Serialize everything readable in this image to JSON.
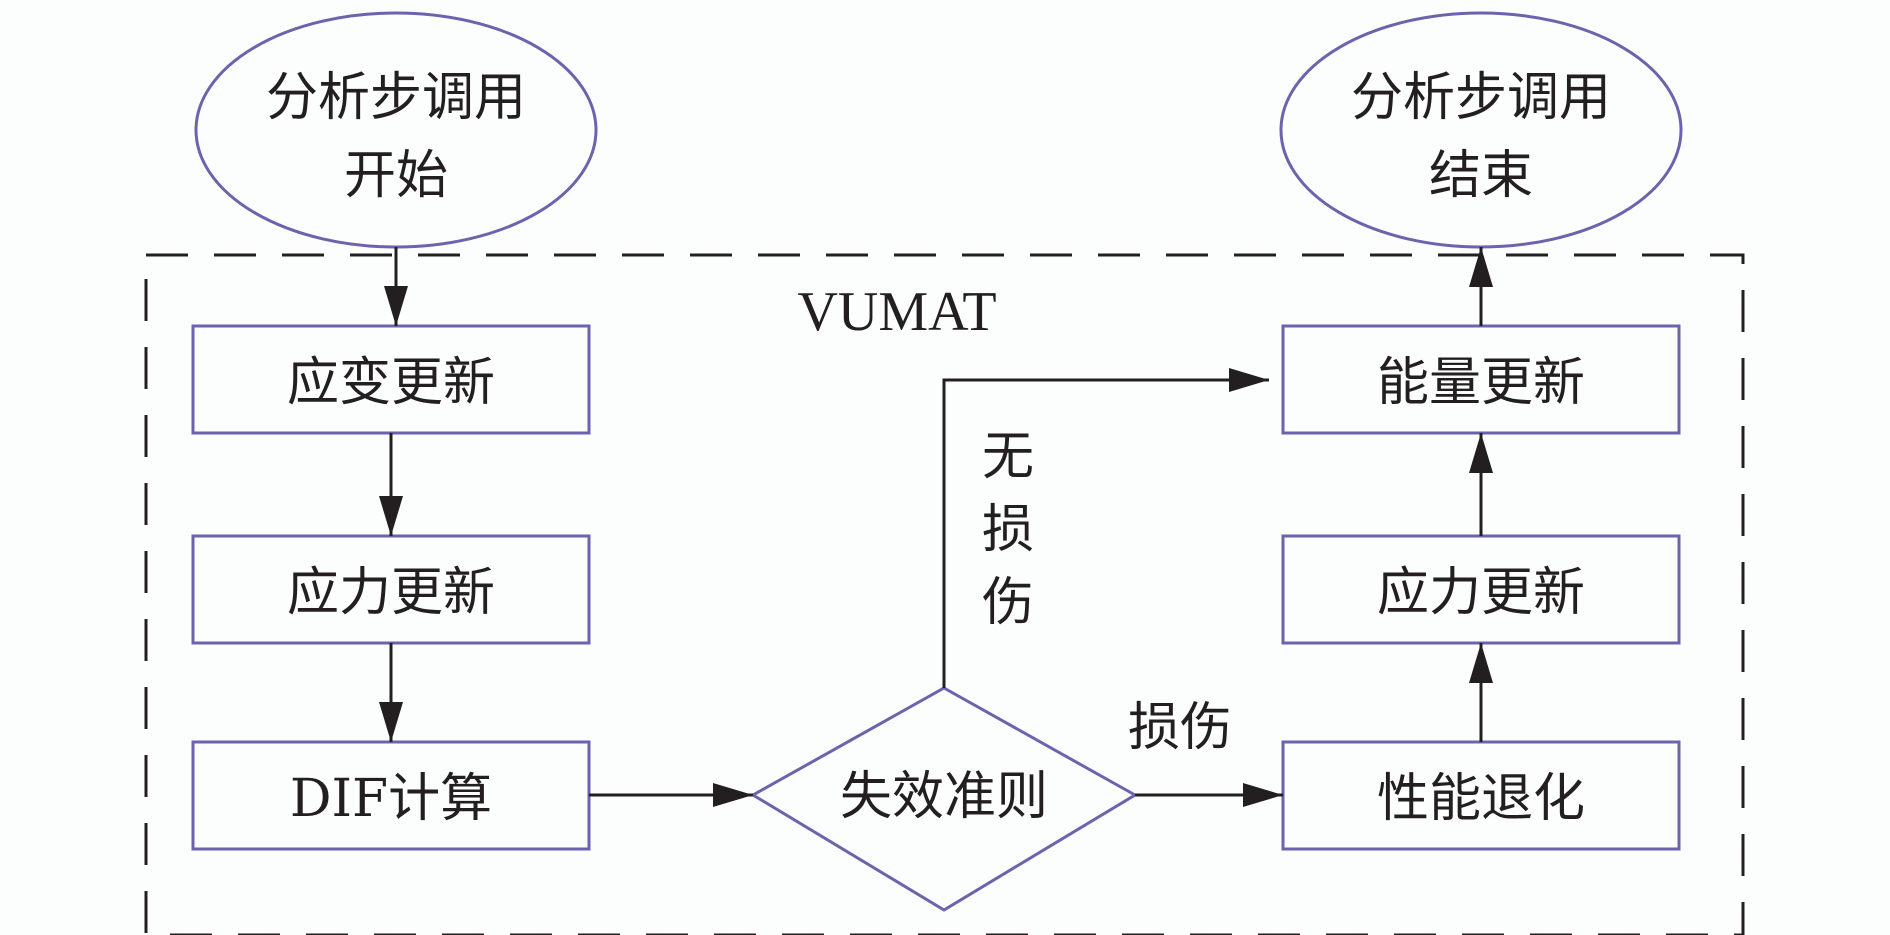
{
  "diagram": {
    "start": {
      "line1": "分析步调用",
      "line2": "开始"
    },
    "end": {
      "line1": "分析步调用",
      "line2": "结束"
    },
    "container_label": "VUMAT",
    "strain_update": "应变更新",
    "stress_update_left": "应力更新",
    "dif_calc": "DIF计算",
    "failure_criterion": "失效准则",
    "energy_update": "能量更新",
    "stress_update_right": "应力更新",
    "degradation": "性能退化",
    "edge_no_damage": {
      "c1": "无",
      "c2": "损",
      "c3": "伤"
    },
    "edge_damage": "损伤",
    "colors": {
      "node_stroke": "#6b63ad",
      "edge": "#231f20",
      "dash": "#231f20",
      "text": "#231f20"
    }
  }
}
